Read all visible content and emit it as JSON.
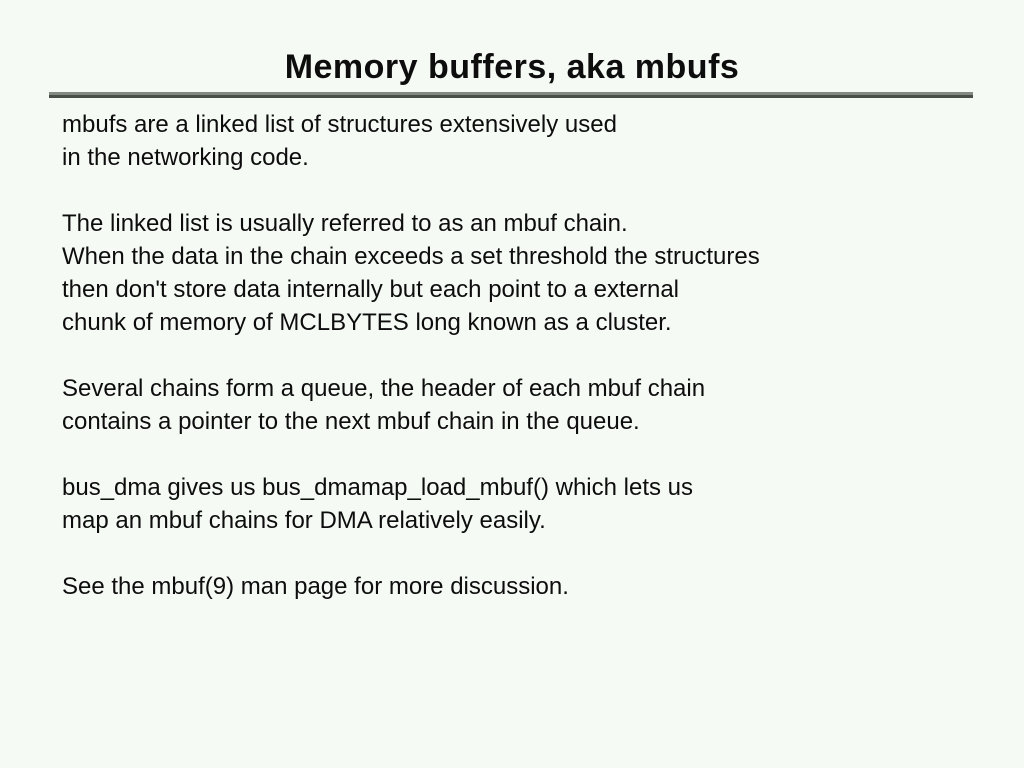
{
  "slide": {
    "title": "Memory buffers, aka mbufs",
    "colors": {
      "background": "#f5faf5",
      "text": "#0d0d0d",
      "rule_top": "#828a82",
      "rule_bottom": "#474f47"
    },
    "body": {
      "paragraphs": [
        {
          "lines": [
            "mbufs are a linked list of structures extensively used",
            "in the networking code."
          ]
        },
        {
          "lines": [
            "The linked list is usually referred to as an mbuf chain.",
            "When the data in the chain exceeds a set threshold the structures",
            "then don't store data internally but each point to a external",
            "chunk of memory of MCLBYTES long known as a cluster."
          ]
        },
        {
          "lines": [
            "Several chains form a queue, the header of each mbuf chain",
            "contains a pointer to the next mbuf chain in the queue."
          ]
        },
        {
          "lines": [
            "bus_dma gives us bus_dmamap_load_mbuf() which lets us",
            "map an mbuf chains for DMA relatively easily."
          ]
        },
        {
          "lines": [
            "See the mbuf(9) man page for more discussion."
          ]
        }
      ]
    }
  }
}
